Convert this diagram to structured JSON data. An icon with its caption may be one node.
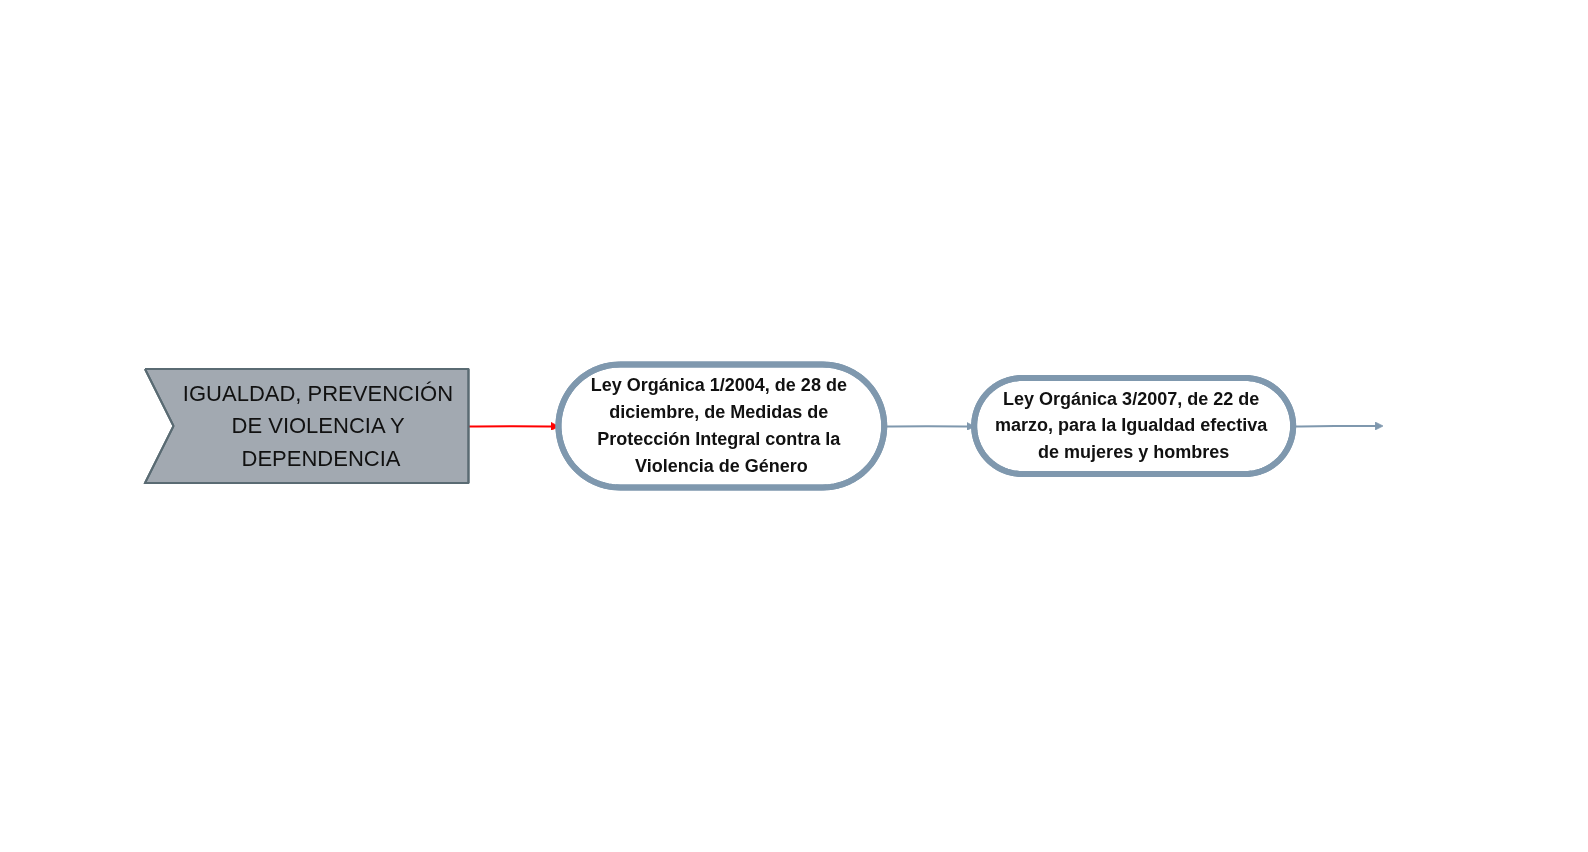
{
  "diagram": {
    "nodes": [
      {
        "text": [
          "IGUALDAD, PREVENCIÓN DE VIOLENCIA Y DEPENDENCIA"
        ]
      },
      {
        "text": [
          "Ley Orgánica 1/2004, de 28 de diciembre, de Medidas de Protección Integral contra la Violencia de Género"
        ]
      },
      {
        "text": [
          "Ley Orgánica 3/2007, de 22 de marzo, para la Igualdad efectiva de mujeres y hombres"
        ]
      }
    ],
    "edges": [
      {
        "from": 0,
        "to": 1,
        "arrow": "to",
        "color": "#ff0000"
      },
      {
        "from": 1,
        "to": 2,
        "arrow": "to"
      },
      {
        "from": 2,
        "to": null,
        "arrow": "to"
      }
    ]
  }
}
